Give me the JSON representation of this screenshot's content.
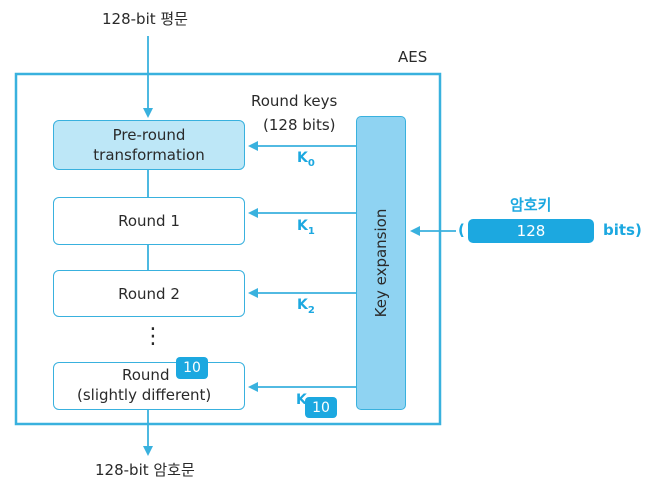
{
  "input_label": "128-bit 평문",
  "output_label": "128-bit 암호문",
  "container_label": "AES",
  "round_keys_label": "Round keys",
  "round_keys_sub": "(128 bits)",
  "boxes": {
    "pre_round_line1": "Pre-round",
    "pre_round_line2": "transformation",
    "round1": "Round 1",
    "round2": "Round 2",
    "dots": "⋮",
    "round_last_word": "Round",
    "round_last_badge": "10",
    "round_last_sub": "(slightly different)"
  },
  "key_expansion_label": "Key expansion",
  "keys": {
    "k0_base": "K",
    "k0_sub": "0",
    "k1_base": "K",
    "k1_sub": "1",
    "k2_base": "K",
    "k2_sub": "2",
    "klast_base": "K",
    "klast_badge": "10"
  },
  "cipher_key": {
    "title": "암호키",
    "open_paren": "(",
    "value": "128",
    "suffix": "bits)"
  },
  "colors": {
    "accent": "#1ca8e0",
    "line": "#39b1de",
    "pre_round_fill": "#bde7f7",
    "key_expansion_fill": "#8fd3f2"
  }
}
